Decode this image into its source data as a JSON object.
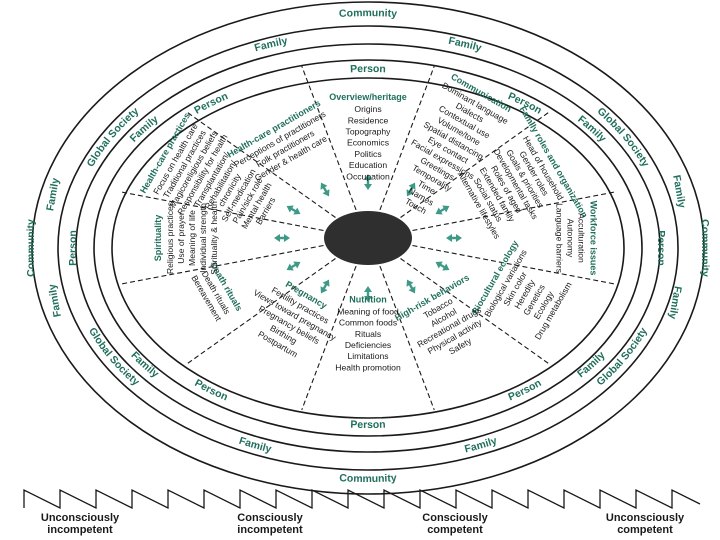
{
  "rings": {
    "community": "Community",
    "global_society": "Global Society",
    "family": "Family",
    "person": "Person"
  },
  "center_color": "#2f2f2f",
  "label_color": "#1f6f5c",
  "domains": [
    {
      "title": "Overview/heritage",
      "items": [
        "Origins",
        "Residence",
        "Topography",
        "Economics",
        "Politics",
        "Education",
        "Occupation"
      ]
    },
    {
      "title": "Communication",
      "items": [
        "Dominant language",
        "Dialects",
        "Contextual use",
        "Volume/tone",
        "Spatial distancing",
        "Eye contact",
        "Facial expressions",
        "Greetings",
        "Temporality",
        "Time",
        "Names",
        "Touch"
      ]
    },
    {
      "title": "Family roles and organization",
      "items": [
        "Head of household",
        "Gender roles",
        "Goals & priorities",
        "Developmental tasks",
        "Roles of aged",
        "Extended family",
        "Social status",
        "Alternative lifestyles"
      ]
    },
    {
      "title": "Workforce issues",
      "items": [
        "Acculturation",
        "Autonomy",
        "Language barriers"
      ]
    },
    {
      "title": "Biocultural ecology",
      "items": [
        "Biological variations",
        "Skin color",
        "Heredity",
        "Genetics",
        "Ecology",
        "Drug metabolism"
      ]
    },
    {
      "title": "High-risk behaviors",
      "items": [
        "Tobacco",
        "Alcohol",
        "Recreational drugs",
        "Physical activity",
        "Safety"
      ]
    },
    {
      "title": "Nutrition",
      "items": [
        "Meaning of food",
        "Common foods",
        "Rituals",
        "Deficiencies",
        "Limitations",
        "Health promotion"
      ]
    },
    {
      "title": "Pregnancy",
      "items": [
        "Fertility practices",
        "Views toward pregnancy",
        "Pregnancy beliefs",
        "Birthing",
        "Postpartum"
      ]
    },
    {
      "title": "Death rituals",
      "items": [
        "Death rituals",
        "Bereavement"
      ]
    },
    {
      "title": "Spirituality",
      "items": [
        "Religious practices",
        "Use of prayer",
        "Meaning of life",
        "Individual strength",
        "Spirituality & health"
      ]
    },
    {
      "title": "Health-care practices",
      "items": [
        "Focus on health care",
        "Traditional practices",
        "Magicoreligious beliefs",
        "Responsibility for health",
        "Transplantation/",
        "Rehabilitation/",
        "chronicity",
        "Self-medication",
        "Pain/sick role",
        "Mental health",
        "Barriers"
      ]
    },
    {
      "title": "Health-care practitioners",
      "items": [
        "Perceptions of practitioners",
        "Folk practitioners",
        "Gender & health care"
      ]
    }
  ],
  "competence_stages": [
    {
      "line1": "Unconsciously",
      "line2": "incompetent"
    },
    {
      "line1": "Consciously",
      "line2": "incompetent"
    },
    {
      "line1": "Consciously",
      "line2": "competent"
    },
    {
      "line1": "Unconsciously",
      "line2": "competent"
    }
  ]
}
